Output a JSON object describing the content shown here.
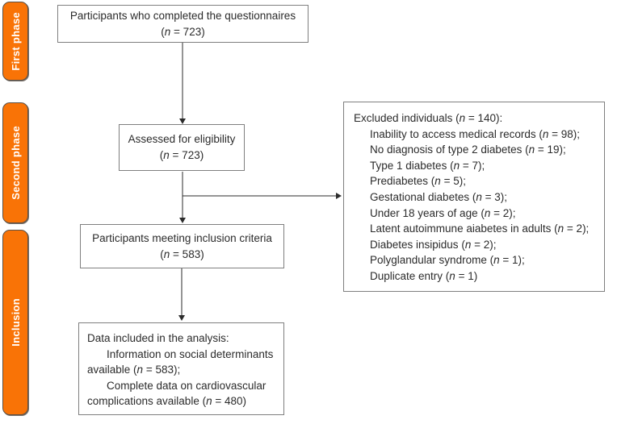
{
  "diagram": {
    "kind": "study-flow-diagram",
    "colors": {
      "phase_fill": "#f97306",
      "phase_text": "#ffffff",
      "box_border": "#7f7f7f",
      "text": "#2b2b2b",
      "arrow": "#2b2b2b",
      "background": "#ffffff"
    }
  },
  "phases": [
    {
      "label": "First phase"
    },
    {
      "label": "Second phase"
    },
    {
      "label": "Inclusion"
    }
  ],
  "boxes": {
    "questionnaires": {
      "lines": [
        "Participants who completed the questionnaires",
        "(n = 723)"
      ]
    },
    "eligibility": {
      "lines": [
        "Assessed for eligibility",
        "(n = 723)"
      ]
    },
    "excluded": {
      "lines": [
        "Excluded individuals (n = 140):",
        "Inability to access medical records (n = 98);",
        "No diagnosis of type 2 diabetes (n = 19);",
        "Type 1 diabetes (n = 7);",
        "Prediabetes (n = 5);",
        "Gestational diabetes (n = 3);",
        "Under 18 years of age (n = 2);",
        "Latent autoimmune aiabetes in adults (n = 2);",
        "Diabetes insipidus (n = 2);",
        "Polyglandular syndrome (n = 1);",
        "Duplicate entry (n = 1)"
      ]
    },
    "inclusion_criteria": {
      "lines": [
        "Participants meeting inclusion criteria",
        "(n = 583)"
      ]
    },
    "analysis": {
      "lines": [
        "Data included in the analysis:",
        "Information on social determinants",
        "available (n = 583);",
        "Complete data on cardiovascular",
        "complications available (n = 480)"
      ]
    }
  }
}
